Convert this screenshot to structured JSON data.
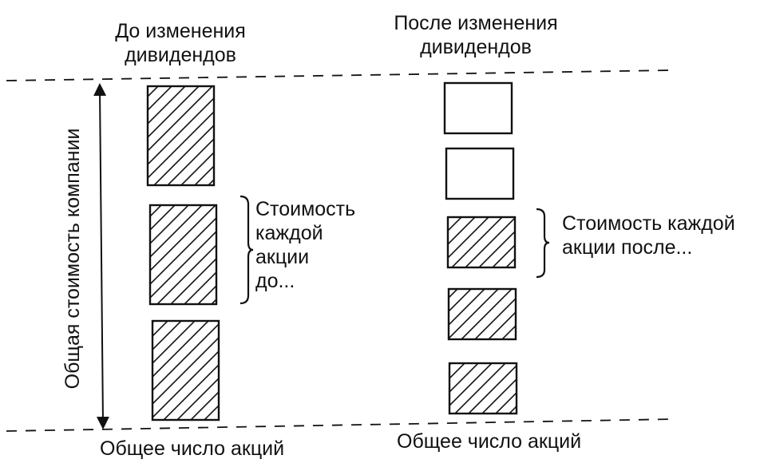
{
  "before": {
    "heading_line1": "До изменения",
    "heading_line2": "дивидендов",
    "annotation": [
      "Стоимость",
      "каждой",
      "акции",
      "до..."
    ],
    "footer": "Общее число акций",
    "shares": [
      "hatched",
      "hatched",
      "hatched"
    ]
  },
  "after": {
    "heading_line1": "После изменения",
    "heading_line2": "дивидендов",
    "annotation": [
      "Стоимость каждой",
      "акции после..."
    ],
    "footer": "Общее число акций",
    "shares": [
      "empty",
      "empty",
      "hatched",
      "hatched",
      "hatched"
    ]
  },
  "axis_label": "Общая стоимость компании",
  "colors": {
    "ink": "#111111",
    "background": "#ffffff"
  }
}
